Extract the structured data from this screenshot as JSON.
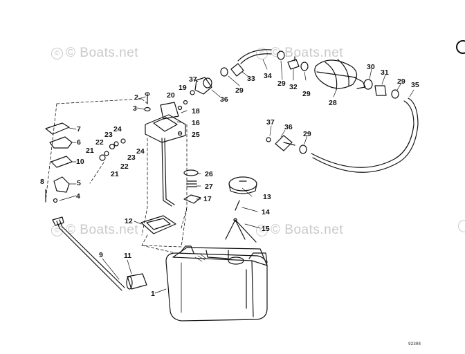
{
  "watermark": "© Boats.net",
  "drawing_code": "92308",
  "callouts": [
    {
      "id": "c1",
      "text": "1"
    },
    {
      "id": "c2",
      "text": "2"
    },
    {
      "id": "c3",
      "text": "3"
    },
    {
      "id": "c4",
      "text": "4"
    },
    {
      "id": "c5",
      "text": "5"
    },
    {
      "id": "c6",
      "text": "6"
    },
    {
      "id": "c7",
      "text": "7"
    },
    {
      "id": "c8",
      "text": "8"
    },
    {
      "id": "c9",
      "text": "9"
    },
    {
      "id": "c10",
      "text": "10"
    },
    {
      "id": "c11",
      "text": "11"
    },
    {
      "id": "c12",
      "text": "12"
    },
    {
      "id": "c13",
      "text": "13"
    },
    {
      "id": "c14",
      "text": "14"
    },
    {
      "id": "c15",
      "text": "15"
    },
    {
      "id": "c16",
      "text": "16"
    },
    {
      "id": "c17",
      "text": "17"
    },
    {
      "id": "c18",
      "text": "18"
    },
    {
      "id": "c19",
      "text": "19"
    },
    {
      "id": "c20",
      "text": "20"
    },
    {
      "id": "c21a",
      "text": "21"
    },
    {
      "id": "c21b",
      "text": "21"
    },
    {
      "id": "c22a",
      "text": "22"
    },
    {
      "id": "c22b",
      "text": "22"
    },
    {
      "id": "c23a",
      "text": "23"
    },
    {
      "id": "c23b",
      "text": "23"
    },
    {
      "id": "c24a",
      "text": "24"
    },
    {
      "id": "c24b",
      "text": "24"
    },
    {
      "id": "c25",
      "text": "25"
    },
    {
      "id": "c26",
      "text": "26"
    },
    {
      "id": "c27",
      "text": "27"
    },
    {
      "id": "c28",
      "text": "28"
    },
    {
      "id": "c29a",
      "text": "29"
    },
    {
      "id": "c29b",
      "text": "29"
    },
    {
      "id": "c29c",
      "text": "29"
    },
    {
      "id": "c29d",
      "text": "29"
    },
    {
      "id": "c29e",
      "text": "29"
    },
    {
      "id": "c30",
      "text": "30"
    },
    {
      "id": "c31",
      "text": "31"
    },
    {
      "id": "c32",
      "text": "32"
    },
    {
      "id": "c33",
      "text": "33"
    },
    {
      "id": "c34",
      "text": "34"
    },
    {
      "id": "c35",
      "text": "35"
    },
    {
      "id": "c36a",
      "text": "36"
    },
    {
      "id": "c36b",
      "text": "36"
    },
    {
      "id": "c37a",
      "text": "37"
    },
    {
      "id": "c37b",
      "text": "37"
    }
  ]
}
